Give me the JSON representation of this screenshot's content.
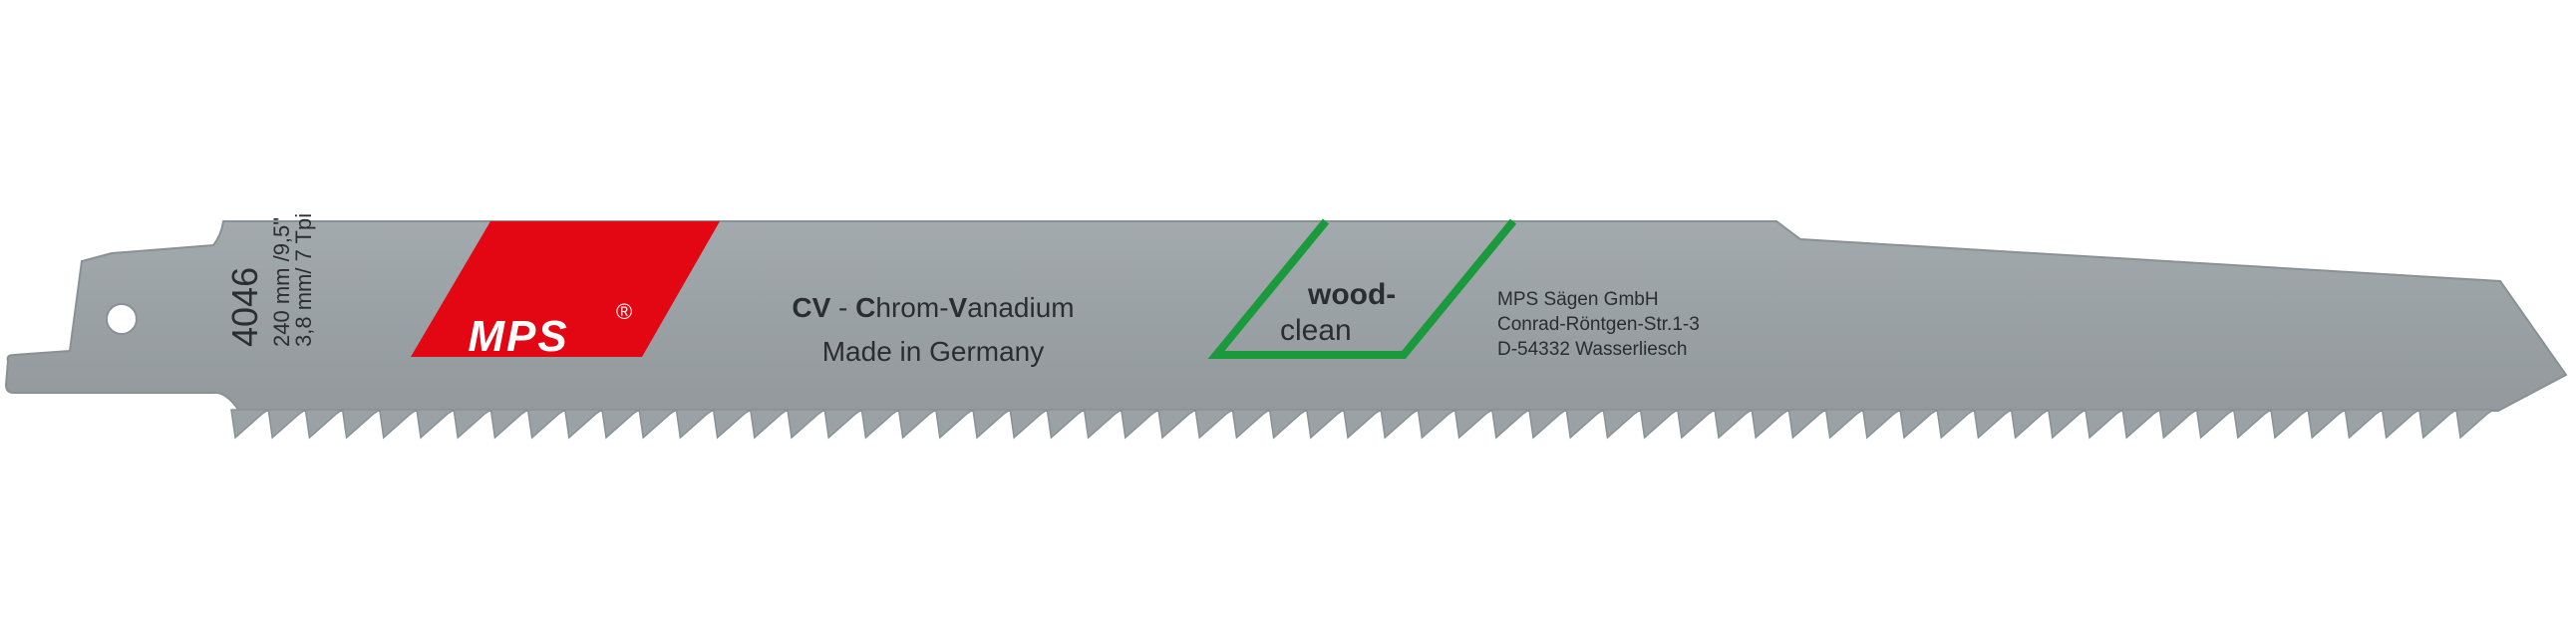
{
  "product": {
    "article_number": "4046",
    "spec_length": "240 mm /9,5\"",
    "spec_teeth": "3,8 mm/ 7 Tpi"
  },
  "brand": {
    "logo_text": "MPS",
    "registered_mark": "®"
  },
  "material": {
    "line": {
      "parts": [
        {
          "text": "CV",
          "bold": true
        },
        {
          "text": " - ",
          "bold": false
        },
        {
          "text": "C",
          "bold": true
        },
        {
          "text": "hrom-",
          "bold": false
        },
        {
          "text": "V",
          "bold": true
        },
        {
          "text": "anadium",
          "bold": false
        }
      ]
    },
    "origin": "Made in Germany"
  },
  "application": {
    "label_primary": "wood-",
    "label_secondary": "clean"
  },
  "manufacturer": {
    "name": "MPS Sägen GmbH",
    "street": "Conrad-Röntgen-Str.1-3",
    "city": "D-54332 Wasserliesch"
  },
  "colors": {
    "blade_steel": "#9ba2a6",
    "blade_edge": "#8a9195",
    "brand_red": "#e30613",
    "wood_green": "#1a9a3c",
    "ink": "#2a2e31",
    "background": "#ffffff"
  }
}
